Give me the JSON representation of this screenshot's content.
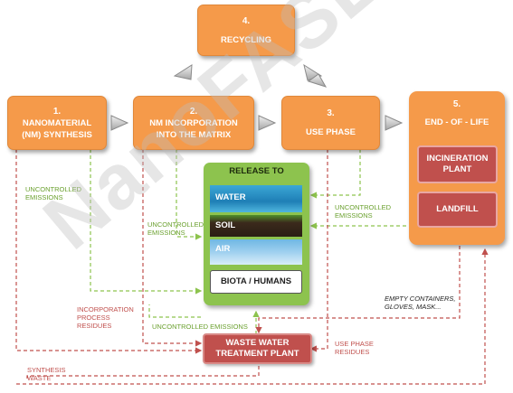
{
  "stages": {
    "synthesis": {
      "number": "1.",
      "line1": "NANOMATERIAL",
      "line2": "(NM) SYNTHESIS"
    },
    "incorporation": {
      "number": "2.",
      "line1": "NM INCORPORATION",
      "line2": "INTO THE MATRIX"
    },
    "use": {
      "number": "3.",
      "line1": "USE PHASE"
    },
    "recycling": {
      "number": "4.",
      "line1": "RECYCLING"
    },
    "eol": {
      "number": "5.",
      "line1": "END - OF - LIFE"
    }
  },
  "eol_boxes": {
    "incineration_line1": "INCINERATION",
    "incineration_line2": "PLANT",
    "landfill": "LANDFILL"
  },
  "release": {
    "title": "RELEASE TO",
    "water": "WATER",
    "soil": "SOIL",
    "air": "AIR",
    "biota": "BIOTA / HUMANS"
  },
  "wwtp": {
    "line1": "WASTE WATER",
    "line2": "TREATMENT PLANT"
  },
  "labels": {
    "uncontrolled": "UNCONTROLLED",
    "emissions": "EMISSIONS",
    "uncontrolled_emissions": "UNCONTROLLED EMISSIONS",
    "incorporation_1": "INCORPORATION",
    "incorporation_2": "PROCESS",
    "incorporation_3": "RESIDUES",
    "use_phase_1": "USE PHASE",
    "use_phase_2": "RESIDUES",
    "synthesis_1": "SYNTHESIS",
    "synthesis_2": "WASTE",
    "empty_1": "EMPTY CONTAINERS,",
    "empty_2": "GLOVES, MASK..."
  },
  "watermark": "NanoFASE",
  "colors": {
    "stage_orange": "#f59a4a",
    "red_box": "#c0504d",
    "release_green": "#8dc34e",
    "green_dash": "#8dc34e",
    "red_dash": "#c0504d"
  }
}
